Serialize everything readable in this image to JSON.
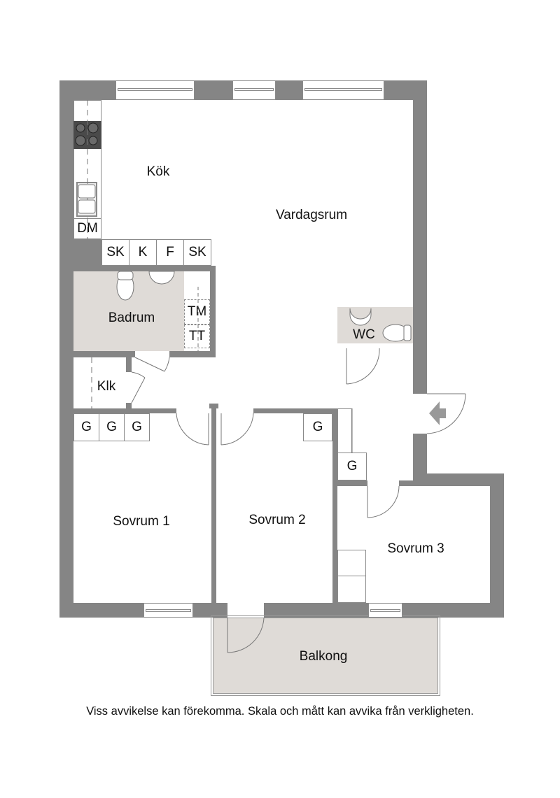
{
  "rooms": {
    "kitchen": "Kök",
    "living_room": "Vardagsrum",
    "bathroom": "Badrum",
    "wc": "WC",
    "closet": "Klk",
    "bedroom_1": "Sovrum 1",
    "bedroom_2": "Sovrum 2",
    "bedroom_3": "Sovrum 3",
    "balcony": "Balkong"
  },
  "fixtures": {
    "dishwasher": "DM",
    "kitchen_cabinets": [
      "SK",
      "K",
      "F",
      "SK"
    ],
    "washer": "TM",
    "dryer": "TT",
    "wardrobes_bedroom_1": [
      "G",
      "G",
      "G"
    ],
    "wardrobe_bedroom_2": "G",
    "wardrobe_hall": "G"
  },
  "entrance_icon": "entrance-arrow-icon",
  "colors": {
    "wall": "#858585",
    "wet_room_floor": "#dfdbd7",
    "background": "#ffffff"
  },
  "footer": {
    "disclaimer": "Viss avvikelse kan förekomma. Skala och mått kan avvika från verkligheten."
  }
}
